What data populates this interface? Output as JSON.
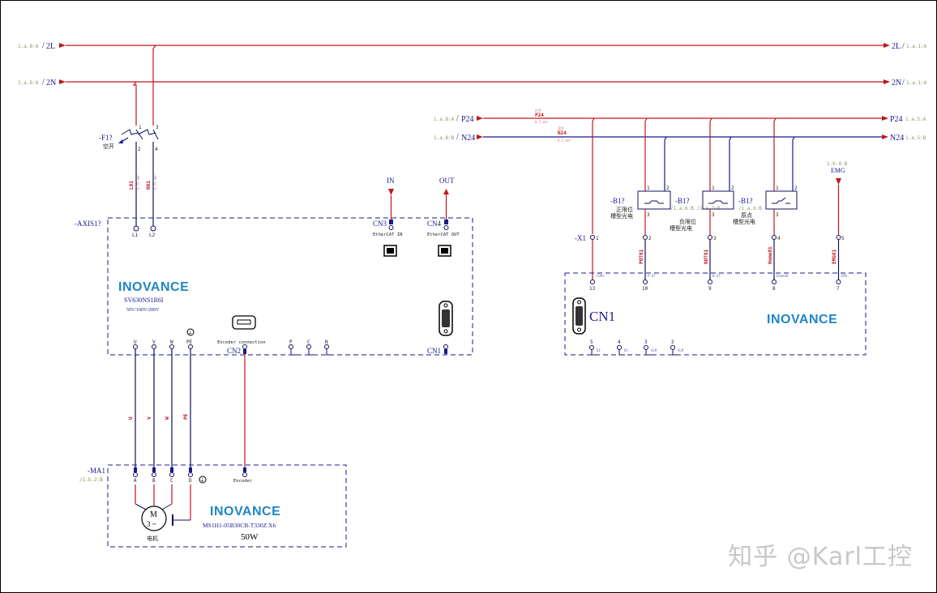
{
  "diagram": {
    "rails_top": {
      "l2": {
        "name": "2L",
        "ref_left": "1.a.8:A",
        "ref_right": "1.a.1:A"
      },
      "n2": {
        "name": "2N",
        "ref_left": "1.a.8:A",
        "ref_right": "1.a.1:A"
      }
    },
    "rails_24v": {
      "p24": {
        "name": "P24",
        "ref_left": "1.a.8:A",
        "ref_right": "1.a.5:A",
        "wire_tag": "P24",
        "wire_note": "红色",
        "wire_size": "0.5 mm²"
      },
      "n24": {
        "name": "N24",
        "ref_left": "1.a.8:B",
        "ref_right": "1.a.5:B",
        "wire_tag": "N24",
        "wire_note": "蓝色",
        "wire_size": "0.5 mm²"
      }
    },
    "breaker": {
      "tag": "-F1?",
      "desc": "空开",
      "pins": [
        "1",
        "2",
        "3",
        "4"
      ],
      "wires": [
        "L01",
        "N01"
      ]
    },
    "drive": {
      "tag": "-AXIS1?",
      "brand": "INOVANCE",
      "model": "SV630NS1R6I",
      "voltage": "50V/100V/200V",
      "power_pins": [
        "L1",
        "L2"
      ],
      "cn3": {
        "label": "CN3",
        "desc": "EtherCAT IN",
        "signal": "IN"
      },
      "cn4": {
        "label": "CN4",
        "desc": "EtherCAT OUT",
        "signal": "OUT"
      },
      "encoder": {
        "label": "CN2",
        "desc": "Encoder connection"
      },
      "motor_pins": [
        "U",
        "V",
        "W",
        "PE"
      ],
      "brake_pins": [
        "P",
        "C",
        "N"
      ],
      "cn1": {
        "label": "CN1"
      }
    },
    "motor_wires": [
      "U",
      "V",
      "W",
      "PE"
    ],
    "motor": {
      "tag": "-MA1",
      "ref": "/1.b.2:B",
      "pins": [
        "A",
        "B",
        "C",
        "D"
      ],
      "encoder_pin": "Encoder",
      "symbol_top": "M",
      "symbol_bottom": "3 ~",
      "desc": "电机",
      "brand": "INOVANCE",
      "model": "MS1H1-05B30CB-T330Z X6",
      "power": "50W"
    },
    "sensors": [
      {
        "tag": "-B1?",
        "desc1": "正限位",
        "desc2": "槽型光电",
        "ref": ""
      },
      {
        "tag": "-B1?",
        "desc1": "负限位",
        "desc2": "槽型光电",
        "ref": "/1.a.6:B /1.a.7:B"
      },
      {
        "tag": "-B1?",
        "desc1": "原点",
        "desc2": "槽型光电",
        "ref": "/1.a.6:B"
      }
    ],
    "emg": {
      "label": "EMG",
      "ref": "1.b.8:B"
    },
    "terminal": {
      "tag": "-X1",
      "pins": [
        "1",
        "2",
        "3",
        "4",
        "5"
      ],
      "wires": [
        "",
        "POT01",
        "NOT01",
        "Home01",
        "EMG01"
      ]
    },
    "cn1_block": {
      "label": "CN1",
      "brand": "INOVANCE",
      "top_pins": [
        "13",
        "10",
        "9",
        "8",
        "7"
      ],
      "top_sigs": [
        "COM+",
        "P-OT",
        "N-OT",
        "HomeSW",
        "EMG"
      ],
      "bottom_pins": [
        "5",
        "4",
        "3",
        "2"
      ],
      "bottom_sigs": [
        "DI-",
        "DI-",
        "ALM",
        "ALM"
      ]
    },
    "watermark": "知乎 @Karl工控"
  }
}
